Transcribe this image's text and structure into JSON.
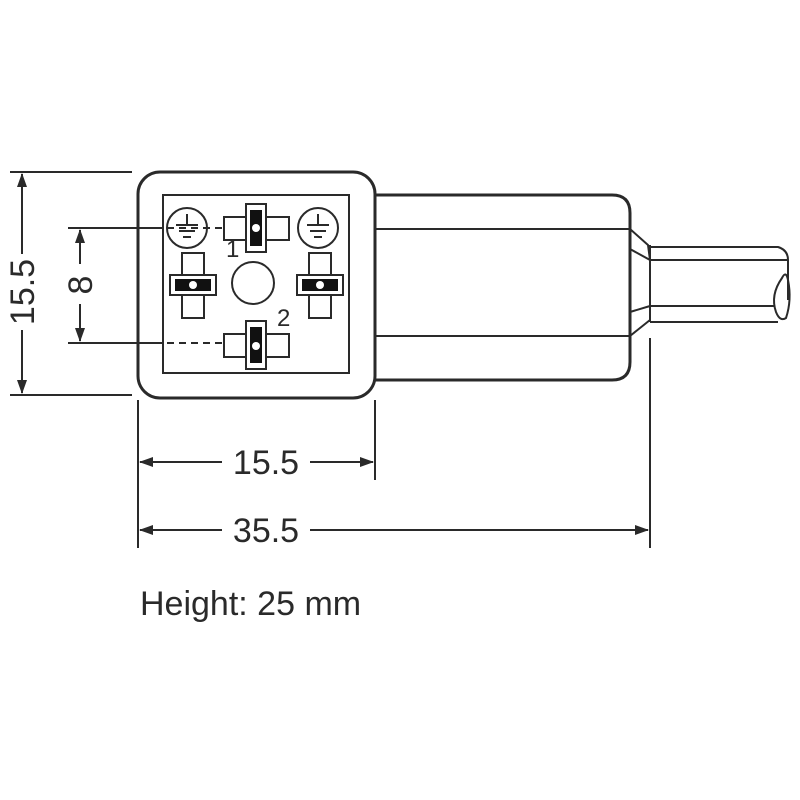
{
  "drawing": {
    "dimensions": {
      "face_height": "15.5",
      "pin_spacing": "8",
      "face_width": "15.5",
      "total_length": "35.5"
    },
    "pin_labels": {
      "pin1": "1",
      "pin2": "2"
    },
    "caption": "Height: 25 mm",
    "line_color": "#2a2a2a"
  }
}
